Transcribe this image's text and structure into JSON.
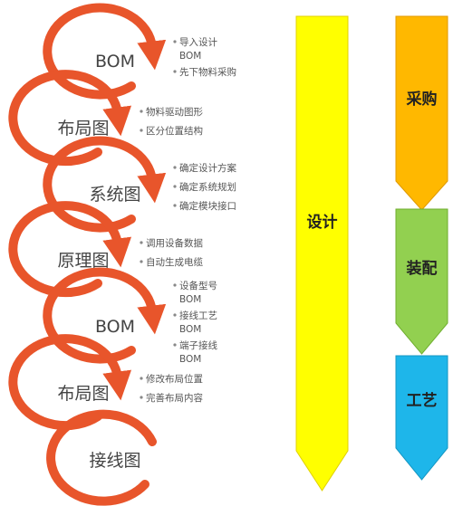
{
  "stages": [
    {
      "label": "BOM",
      "notes": [
        "导入设计",
        "BOM",
        "先下物料采购"
      ],
      "bullets": [
        true,
        false,
        true
      ]
    },
    {
      "label": "布局图",
      "notes": [
        "物料驱动图形",
        "区分位置结构"
      ],
      "bullets": [
        true,
        true
      ]
    },
    {
      "label": "系统图",
      "notes": [
        "确定设计方案",
        "确定系统规划",
        "确定模块接口"
      ],
      "bullets": [
        true,
        true,
        true
      ]
    },
    {
      "label": "原理图",
      "notes": [
        "调用设备数据",
        "自动生成电缆"
      ],
      "bullets": [
        true,
        true
      ]
    },
    {
      "label": "BOM",
      "notes": [
        "设备型号",
        "BOM",
        "接线工艺",
        "BOM",
        "端子接线",
        "BOM"
      ],
      "bullets": [
        true,
        false,
        true,
        false,
        true,
        false
      ]
    },
    {
      "label": "布局图",
      "notes": [
        "修改布局位置",
        "完善布局内容"
      ],
      "bullets": [
        true,
        true
      ]
    },
    {
      "label": "接线图",
      "notes": [],
      "bullets": []
    }
  ],
  "design_column": {
    "label": "设计",
    "color": "#FFFF00",
    "stroke": "#E0D000"
  },
  "phases": [
    {
      "label": "采购",
      "color": "#FFB800",
      "stroke": "#E09A00"
    },
    {
      "label": "装配",
      "color": "#92D050",
      "stroke": "#6FAE2E"
    },
    {
      "label": "工艺",
      "color": "#1EB6EA",
      "stroke": "#1496C2"
    }
  ],
  "arrow_color": "#E8552B"
}
